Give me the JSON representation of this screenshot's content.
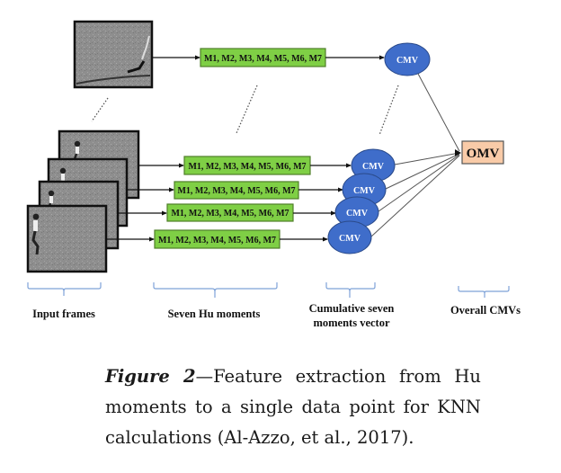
{
  "figure": {
    "top_row": {
      "moments_label": "M1, M2, M3, M4, M5, M6, M7",
      "cmv_label": "CMV"
    },
    "stack_rows": [
      {
        "moments_label": "M1, M2, M3, M4, M5, M6, M7",
        "cmv_label": "CMV"
      },
      {
        "moments_label": "M1, M2, M3, M4, M5, M6, M7",
        "cmv_label": "CMV"
      },
      {
        "moments_label": "M1, M2, M3, M4, M5, M6, M7",
        "cmv_label": "CMV"
      },
      {
        "moments_label": "M1, M2, M3, M4, M5, M6, M7",
        "cmv_label": "CMV"
      }
    ],
    "output_label": "OMV",
    "section_labels": {
      "input_frames": "Input frames",
      "hu_moments": "Seven Hu moments",
      "cumulative_line1": "Cumulative seven",
      "cumulative_line2": "moments vector",
      "overall": "Overall CMVs"
    },
    "colors": {
      "moments_box_fill": "#7fcf45",
      "moments_box_border": "#4f7f2a",
      "cmv_fill": "#3f6dca",
      "cmv_border": "#2a4a8a",
      "omv_fill": "#f9cba8",
      "omv_border": "#555555",
      "brace": "#7ea2d8"
    }
  },
  "caption": {
    "label": "Figure 2",
    "line1_rest": "—Feature extraction from Hu",
    "line2": "moments to a single data point for KNN",
    "line3": "calculations (Al-Azzo, et al., 2017)."
  }
}
